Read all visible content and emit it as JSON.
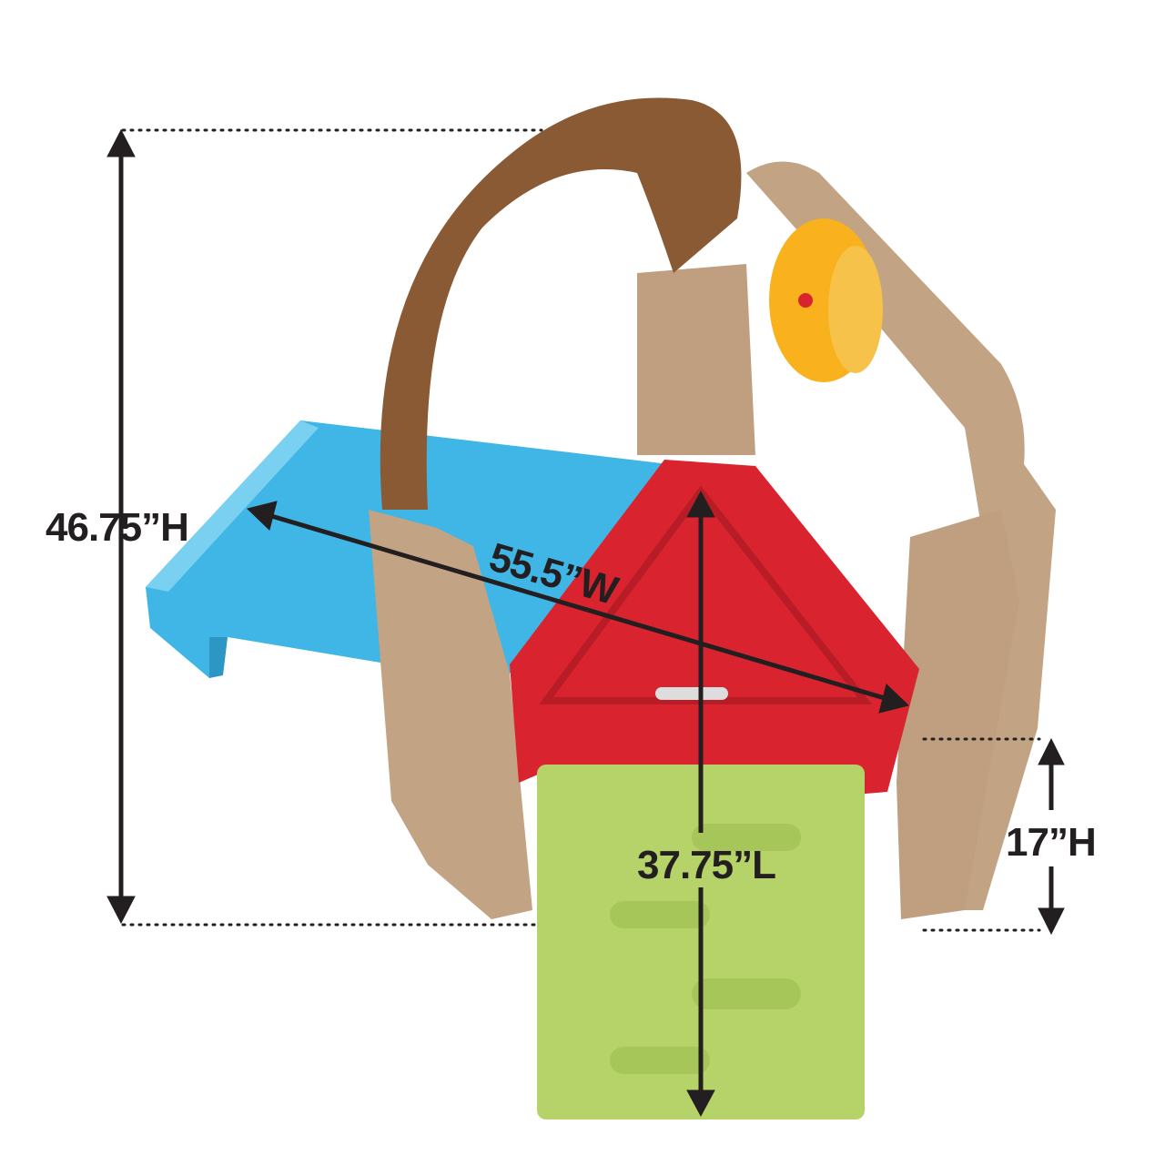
{
  "product": {
    "description_labels": {
      "height_overall": "46.75”H",
      "width": "55.5”W",
      "length": "37.75”L",
      "platform_height": "17”H"
    }
  },
  "colors": {
    "slide": "#3fb6e6",
    "panel": "#d9242f",
    "ladder": "#b6d36a",
    "frame": "#c2a384",
    "arch": "#8a5a34",
    "wheel": "#f9b21d",
    "annotation": "#231f20"
  }
}
